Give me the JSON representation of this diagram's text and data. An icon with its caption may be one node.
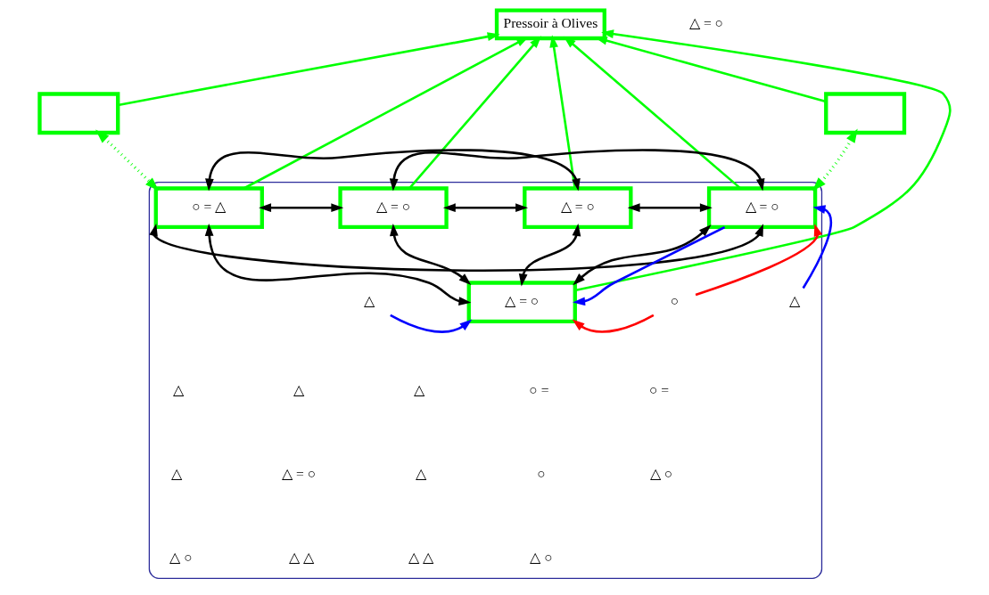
{
  "diagram": {
    "nodes": [
      {
        "text": [
          "Pressoir à Olives"
        ]
      },
      {
        "text": [],
        "shape": "box"
      },
      {
        "text": [],
        "shape": "box"
      },
      {
        "text": [],
        "shape": "ellipse"
      },
      {
        "text": [
          "○ = △"
        ],
        "in": 3
      },
      {
        "text": [
          "△ = ○"
        ],
        "in": 3
      },
      {
        "text": [
          "△ = ○"
        ],
        "in": 3
      },
      {
        "text": [
          "△ = ○"
        ],
        "in": 3
      },
      {
        "text": [
          "△ = ○"
        ],
        "in": 3
      },
      {
        "text": [
          "△"
        ],
        "in": 3
      },
      {
        "text": [
          "○"
        ],
        "in": 3
      },
      {
        "text": [
          "△"
        ],
        "in": 3
      }
    ],
    "edges": [
      {
        "from": 1,
        "to": 0,
        "arrow": "to",
        "color": "#00ff00"
      },
      {
        "from": 2,
        "to": 0,
        "arrow": "to",
        "color": "#00ff00"
      },
      {
        "from": 4,
        "to": 0,
        "arrow": "to",
        "color": "#00ff00"
      },
      {
        "from": 5,
        "to": 0,
        "arrow": "to",
        "color": "#00ff00"
      },
      {
        "from": 6,
        "to": 0,
        "arrow": "to",
        "color": "#00ff00"
      },
      {
        "from": 7,
        "to": 0,
        "arrow": "to",
        "color": "#00ff00"
      },
      {
        "from": 8,
        "to": 0,
        "arrow": "to",
        "color": "#00ff00"
      },
      {
        "from": 1,
        "to": 4,
        "arrow": "both",
        "style": "dashed",
        "color": "#00ff00"
      },
      {
        "from": 2,
        "to": 8,
        "arrow": "both",
        "style": "dashed",
        "color": "#00ff00"
      },
      {
        "from": 4,
        "to": 6,
        "arrow": "both"
      },
      {
        "from": 5,
        "to": 8,
        "arrow": "both"
      },
      {
        "from": 4,
        "to": 5,
        "arrow": "both"
      },
      {
        "from": 5,
        "to": 6,
        "arrow": "both"
      },
      {
        "from": 6,
        "to": 8,
        "arrow": "both"
      },
      {
        "from": 6,
        "to": 7,
        "arrow": "both"
      },
      {
        "from": 8,
        "to": 7,
        "arrow": "both"
      },
      {
        "from": 4,
        "to": 7,
        "arrow": "both"
      },
      {
        "from": 5,
        "to": 7,
        "arrow": "both"
      },
      {
        "from": 4,
        "to": 8,
        "arrow": "both"
      },
      {
        "from": 9,
        "to": 7,
        "arrow": "to",
        "color": "#0000ff"
      },
      {
        "from": 8,
        "to": 7,
        "arrow": "to",
        "color": "#0000ff"
      },
      {
        "from": 10,
        "to": 7,
        "arrow": "to",
        "color": "#ff0000"
      },
      {
        "from": 10,
        "to": 8,
        "arrow": "to",
        "color": "#ff0000"
      },
      {
        "from": 11,
        "to": 8,
        "arrow": "to",
        "color": "#0000ff"
      }
    ],
    "labels": [
      "△ = ○",
      "△",
      "△",
      "△",
      "○ =",
      "○ =",
      "△",
      "△ = ○",
      "△",
      "○",
      "△ ○",
      "△ ○",
      "△ △",
      "△ △",
      "△ ○"
    ]
  }
}
